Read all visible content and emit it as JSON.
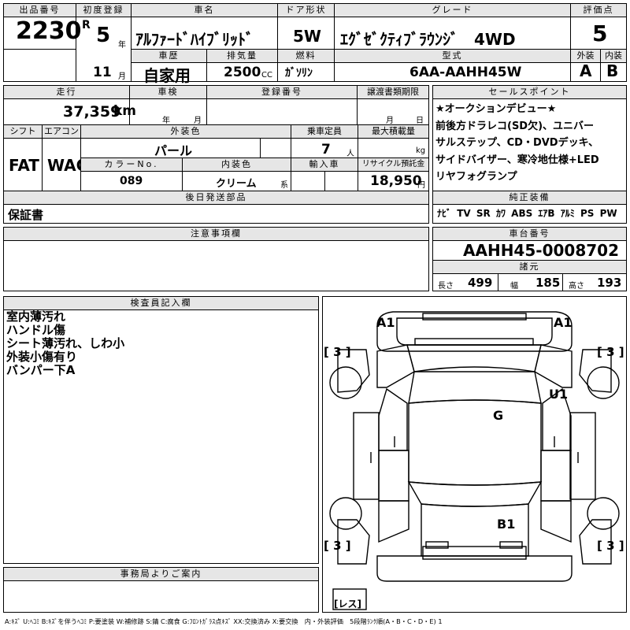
{
  "top": {
    "h_lot": "出品番号",
    "lot": "2230",
    "h_reg": "初度登録",
    "era": "R",
    "year": "5",
    "year_unit": "年",
    "month": "11",
    "month_unit": "月",
    "h_name": "車名",
    "name": "ｱﾙﾌｧｰﾄﾞﾊｲﾌﾞﾘｯﾄﾞ",
    "h_door": "ドア形状",
    "door": "5W",
    "h_grade": "グレード",
    "grade": "ｴｸﾞｾﾞｸﾃｨﾌﾞﾗｳﾝｼﾞ　4WD",
    "h_score": "評価点",
    "score": "5",
    "h_history": "車歴",
    "history": "自家用",
    "h_disp": "排気量",
    "disp": "2500",
    "disp_unit": "CC",
    "h_fuel": "燃料",
    "fuel": "ｶﾞｿﾘﾝ",
    "h_model": "型式",
    "model": "6AA-AAHH45W",
    "h_ext": "外装",
    "ext": "A",
    "h_int": "内装",
    "int": "B"
  },
  "row2": {
    "h_mileage": "走行",
    "mileage": "37,359",
    "mileage_unit": "km",
    "h_inspect": "車検",
    "inspect_year": "年",
    "inspect_month": "月",
    "h_regno": "登録番号",
    "h_deadline": "譲渡書類期限",
    "deadline_month": "月",
    "deadline_day": "日",
    "h_shift": "シフト",
    "shift": "FAT",
    "h_ac": "エアコン",
    "ac": "WAC",
    "h_color": "外装色",
    "color": "パール",
    "h_capacity": "乗車定員",
    "capacity": "7",
    "capacity_unit": "人",
    "h_load": "最大積載量",
    "load_unit": "kg",
    "h_colorno": "カラーNo.",
    "colorno": "089",
    "h_interior": "内装色",
    "interior": "クリーム",
    "interior_unit": "系",
    "h_import": "輸入車",
    "h_recycle": "リサイクル預託金",
    "recycle": "18,950",
    "recycle_unit": "円",
    "h_later": "後日発送部品",
    "later": "保証書"
  },
  "sales": {
    "h": "セールスポイント",
    "lines": [
      "★オークションデビュー★",
      "前後方ドラレコ(SD欠)、ユニバー",
      "サルステップ、CD・DVDデッキ、",
      "サイドバイザー、寒冷地仕様+LED",
      "リヤフォグランプ"
    ],
    "h_equip": "純正装備",
    "equip": [
      "ﾅﾋﾞ",
      "TV",
      "SR",
      "ｶﾜ",
      "ABS",
      "ｴｱB",
      "ｱﾙﾐ",
      "PS",
      "PW"
    ]
  },
  "notes": {
    "h": "注意事項欄"
  },
  "chassis": {
    "h": "車台番号",
    "value": "AAHH45-0008702",
    "h_spec": "諸元",
    "len_label": "長さ",
    "len": "499",
    "wid_label": "幅",
    "wid": "185",
    "hei_label": "高さ",
    "hei": "193"
  },
  "inspector": {
    "h": "検査員記入欄",
    "lines": [
      "室内薄汚れ",
      "ハンドル傷",
      "シート薄汚れ、しわ小",
      "外装小傷有り",
      "バンパー下A"
    ]
  },
  "office": {
    "h": "事務局よりご案内"
  },
  "diagram": {
    "a1_left": "A1",
    "a1_right": "A1",
    "u1": "U1",
    "g": "G",
    "b1": "B1",
    "tire_fl": "3",
    "tire_fr": "3",
    "tire_rl": "3",
    "tire_rr": "3",
    "spare": "レス"
  },
  "legend": "A:ｷｽﾞ U:ﾍｺﾐ B:ｷｽﾞを伴うﾍｺﾐ P:要塗装 W:補修跡 S:錆 C:腐食 G:ﾌﾛﾝﾄｶﾞﾗｽ点ｷｽﾞ XX:交換済み X:要交換　内・外装評価　5段階ﾗﾝｸ順(A・B・C・D・E) 1"
}
